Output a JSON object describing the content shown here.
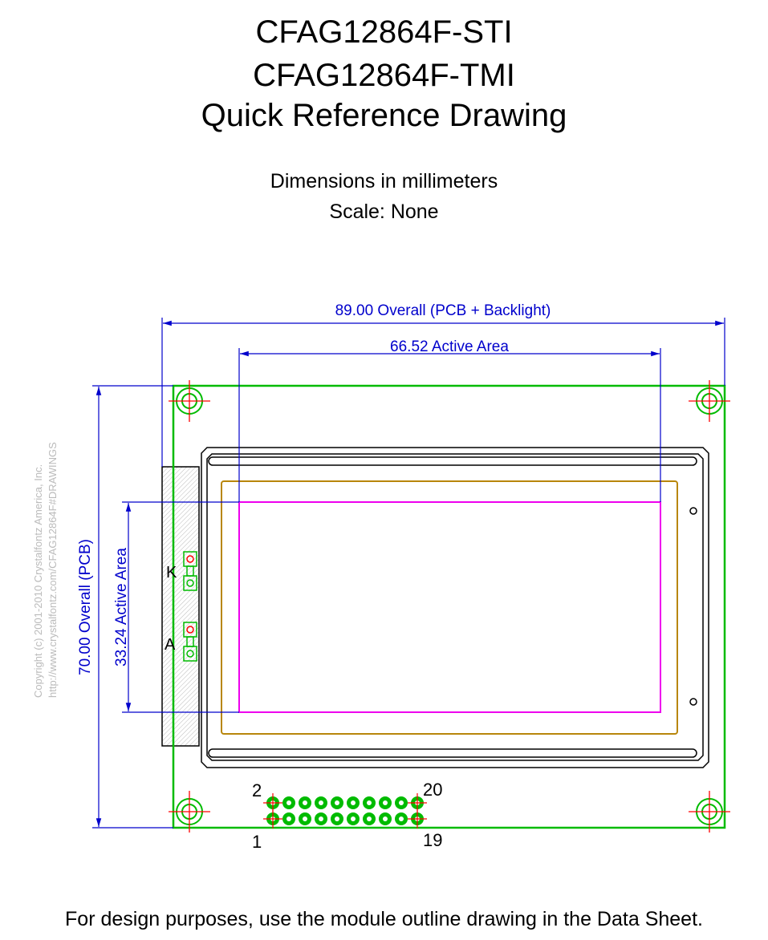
{
  "header": {
    "title_line1": "CFAG12864F-STI",
    "title_line2": "CFAG12864F-TMI",
    "title_line3": "Quick Reference Drawing",
    "units_note": "Dimensions in millimeters",
    "scale_note": "Scale: None"
  },
  "dimensions": {
    "overall_width": "89.00 Overall (PCB + Backlight)",
    "active_width": "66.52 Active Area",
    "overall_height": "70.00 Overall (PCB)",
    "active_height": "33.24 Active Area"
  },
  "pins": {
    "label_top_left": "2",
    "label_top_right": "20",
    "label_bottom_left": "1",
    "label_bottom_right": "19",
    "per_row": 10
  },
  "backlight": {
    "cathode_label": "K",
    "anode_label": "A"
  },
  "watermark": {
    "copyright": "Copyright (c) 2001-2010 Crystalfontz America, Inc.",
    "url": "http://www.crystalfontz.com/CFAG12864F#DRAWINGS"
  },
  "footer": {
    "note": "For design purposes, use the module outline drawing in the Data Sheet."
  },
  "colors": {
    "dimension": "#0000cc",
    "pcb_outline": "#00bb00",
    "active_area": "#ee00ee",
    "viewing_area": "#b8860b",
    "center_mark": "#ff0000",
    "watermark": "#bbbbbb"
  }
}
